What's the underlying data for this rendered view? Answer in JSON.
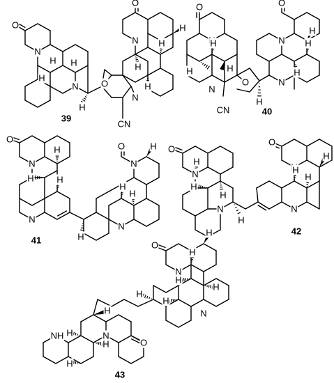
{
  "figure": {
    "compounds": [
      {
        "id": "cmpd-39",
        "label": "39",
        "atom_labels": {
          "O": "O",
          "N": "N",
          "H": "H",
          "CN": "CN"
        }
      },
      {
        "id": "cmpd-40",
        "label": "40",
        "atom_labels": {
          "O": "O",
          "N": "N",
          "H": "H",
          "CN": "CN"
        }
      },
      {
        "id": "cmpd-41",
        "label": "41",
        "atom_labels": {
          "O": "O",
          "N": "N",
          "H": "H"
        }
      },
      {
        "id": "cmpd-42",
        "label": "42",
        "atom_labels": {
          "O": "O",
          "N": "N",
          "H": "H"
        }
      },
      {
        "id": "cmpd-43",
        "label": "43",
        "atom_labels": {
          "O": "O",
          "N": "N",
          "H": "H",
          "NH": "NH"
        }
      }
    ]
  }
}
